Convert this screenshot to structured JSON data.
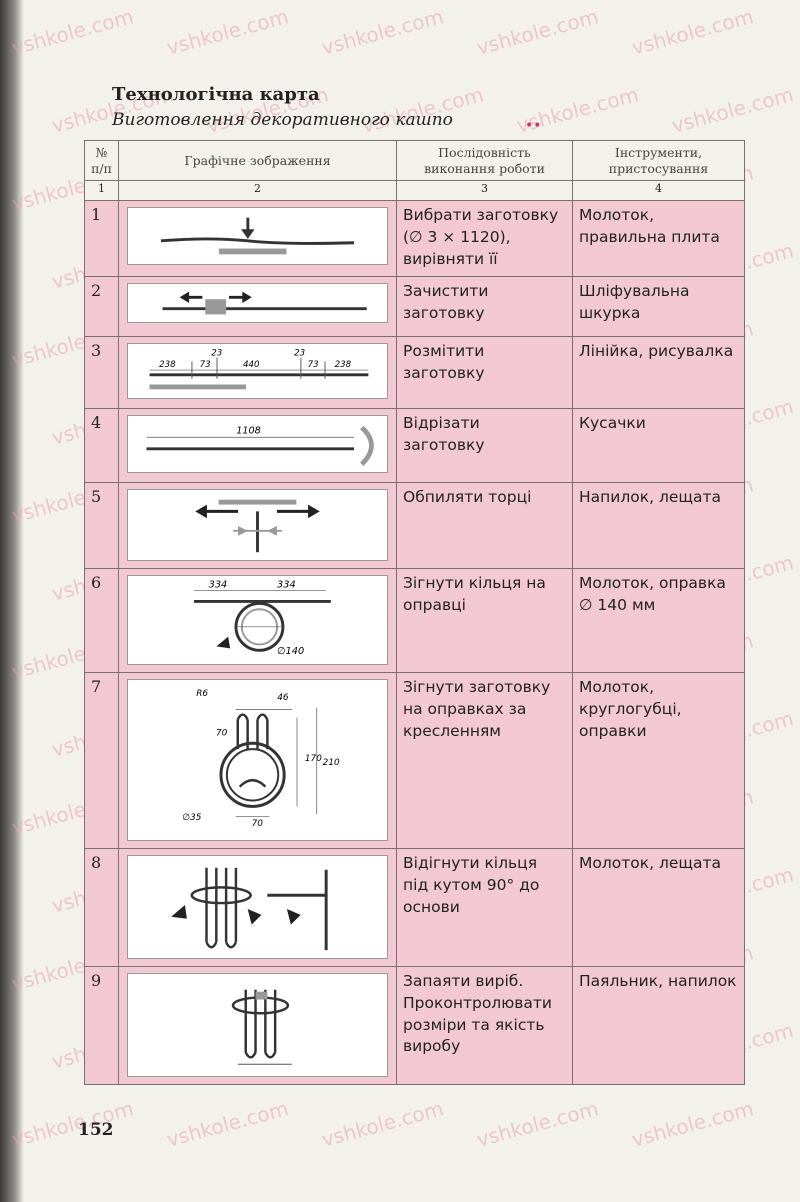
{
  "header": {
    "title": "Технологічна карта",
    "subtitle": "Виготовлення декоративного кашпо"
  },
  "table": {
    "columns": [
      "№ п/п",
      "Графічне зображення",
      "Послідовність виконання роботи",
      "Інструменти, пристосування"
    ],
    "column_numbers": [
      "1",
      "2",
      "3",
      "4"
    ],
    "rows": [
      {
        "num": "1",
        "step": "Вибрати заготовку (∅ 3 × 1120), вирівняти її",
        "tool": "Молоток, правильна плита",
        "pic": "wire-straightening-icon"
      },
      {
        "num": "2",
        "step": "Зачистити заготовку",
        "tool": "Шліфувальна шкурка",
        "pic": "sanding-icon"
      },
      {
        "num": "3",
        "step": "Розмітити заготовку",
        "tool": "Лінійка, рисувалка",
        "pic": "marking-icon"
      },
      {
        "num": "4",
        "step": "Відрізати заготовку",
        "tool": "Кусачки",
        "pic": "cutting-icon"
      },
      {
        "num": "5",
        "step": "Обпиляти торці",
        "tool": "Напилок, лещата",
        "pic": "filing-icon"
      },
      {
        "num": "6",
        "step": "Зігнути кільця на оправці",
        "tool": "Молоток, оправка ∅ 140 мм",
        "pic": "ring-bending-icon"
      },
      {
        "num": "7",
        "step": "Зігнути заготовку на оправках за кресленням",
        "tool": "Молоток, круглогубці, оправки",
        "pic": "bending-drawing-icon"
      },
      {
        "num": "8",
        "step": "Відігнути кільця під кутом 90° до основи",
        "tool": "Молоток, лещата",
        "pic": "ring-fold-icon"
      },
      {
        "num": "9",
        "step": "Запаяти виріб. Проконтролювати розміри та якість виробу",
        "tool": "Паяльник, напилок",
        "pic": "soldering-icon"
      }
    ]
  },
  "drawing_labels": {
    "row3": [
      "238",
      "73",
      "23",
      "440",
      "23",
      "73",
      "238"
    ],
    "row4": [
      "1108"
    ],
    "row6": [
      "334",
      "334",
      "∅140"
    ],
    "row7": [
      "R6",
      "46",
      "70",
      "170",
      "210",
      "∅35",
      "70"
    ]
  },
  "watermark_text": "vshkole.com",
  "page_number": "152"
}
